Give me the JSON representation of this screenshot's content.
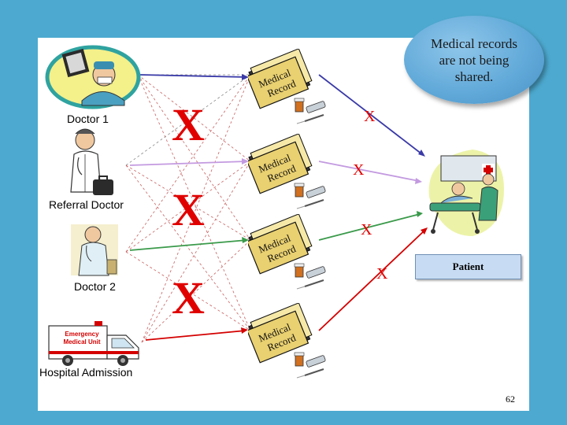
{
  "callout": {
    "text": "Medical records are not being shared."
  },
  "actors": {
    "doctor1": "Doctor 1",
    "referral": "Referral Doctor",
    "doctor2": "Doctor 2",
    "hospital": "Hospital Admission"
  },
  "record_label": {
    "line1": "Medical",
    "line2": "Record"
  },
  "ambulance_text": {
    "line1": "Emergency",
    "line2": "Medical Unit"
  },
  "blocked_mark": "X",
  "patient_label": "Patient",
  "page_number": "62",
  "colors": {
    "background": "#4da9cf",
    "blocked": "#e00000",
    "link_blue": "#3a3aa8",
    "link_violet": "#c39ae0",
    "link_green": "#3a9a4a",
    "link_red": "#d40000"
  }
}
